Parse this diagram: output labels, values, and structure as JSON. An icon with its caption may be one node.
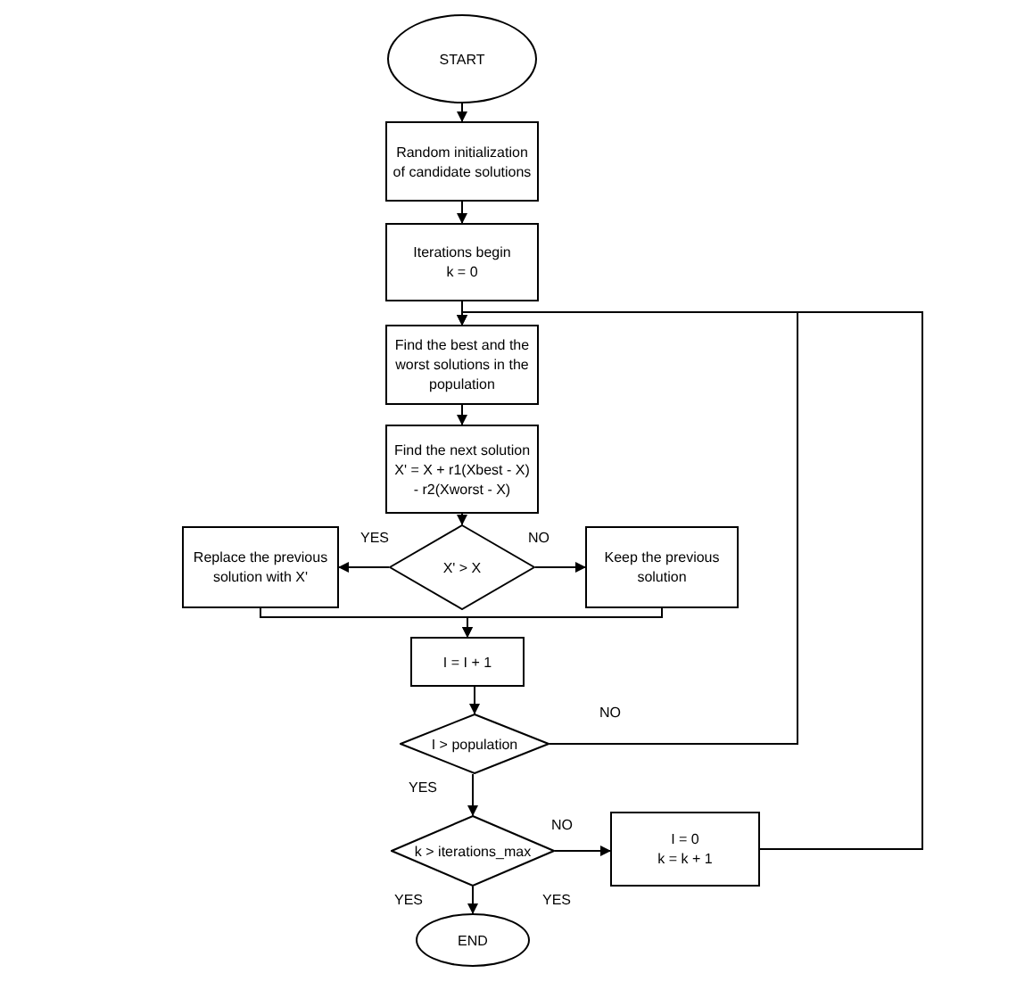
{
  "diagram": {
    "nodes": [
      {
        "text": [
          "START"
        ]
      },
      {
        "text": [
          "Random initialization of candidate solutions"
        ]
      },
      {
        "text": [
          "Iterations begin",
          "k = 0"
        ]
      },
      {
        "text": [
          "Find the best and the worst solutions in the population"
        ]
      },
      {
        "text": [
          "Find the next solution X' = X + r1(Xbest - X) - r2(Xworst - X)"
        ]
      },
      {
        "text": [
          "X' > X"
        ]
      },
      {
        "text": [
          "Replace the previous solution with X'"
        ]
      },
      {
        "text": [
          "Keep the previous solution"
        ]
      },
      {
        "text": [
          "I = I + 1"
        ]
      },
      {
        "text": [
          "I > population"
        ]
      },
      {
        "text": [
          "k > iterations_max"
        ]
      },
      {
        "text": [
          "I = 0",
          "k = k + 1"
        ]
      },
      {
        "text": [
          "END"
        ]
      }
    ],
    "edges": [
      {
        "from": 0,
        "to": 1,
        "arrow": "to"
      },
      {
        "from": 1,
        "to": 2,
        "arrow": "to"
      },
      {
        "from": 2,
        "to": 3,
        "arrow": "to"
      },
      {
        "from": 3,
        "to": 4,
        "arrow": "to"
      },
      {
        "from": 4,
        "to": 5,
        "arrow": "to"
      },
      {
        "from": 5,
        "to": 6,
        "arrow": "to",
        "label": "YES"
      },
      {
        "from": 5,
        "to": 7,
        "arrow": "to",
        "label": "NO"
      },
      {
        "from": 6,
        "to": 8,
        "arrow": "to"
      },
      {
        "from": 7,
        "to": 8,
        "arrow": "to"
      },
      {
        "from": 8,
        "to": 9,
        "arrow": "to"
      },
      {
        "from": 9,
        "to": 3,
        "arrow": "to",
        "label": "NO"
      },
      {
        "from": 9,
        "to": 10,
        "arrow": "to",
        "label": "YES"
      },
      {
        "from": 10,
        "to": 11,
        "arrow": "to",
        "label": "NO"
      },
      {
        "from": 11,
        "to": 3,
        "arrow": "to"
      },
      {
        "from": 10,
        "to": 12,
        "arrow": "to",
        "label": "YES"
      }
    ],
    "labels": [
      "YES"
    ]
  }
}
